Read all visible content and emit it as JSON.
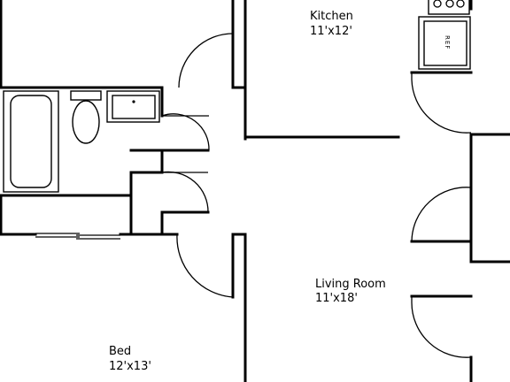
{
  "rooms": {
    "kitchen": {
      "name": "Kitchen",
      "size": "11'x12'"
    },
    "living_room": {
      "name": "Living Room",
      "size": "11'x18'"
    },
    "bedroom": {
      "name": "Bed",
      "size": "12'x13'"
    }
  },
  "fixtures": {
    "refrigerator_label": "REF"
  }
}
